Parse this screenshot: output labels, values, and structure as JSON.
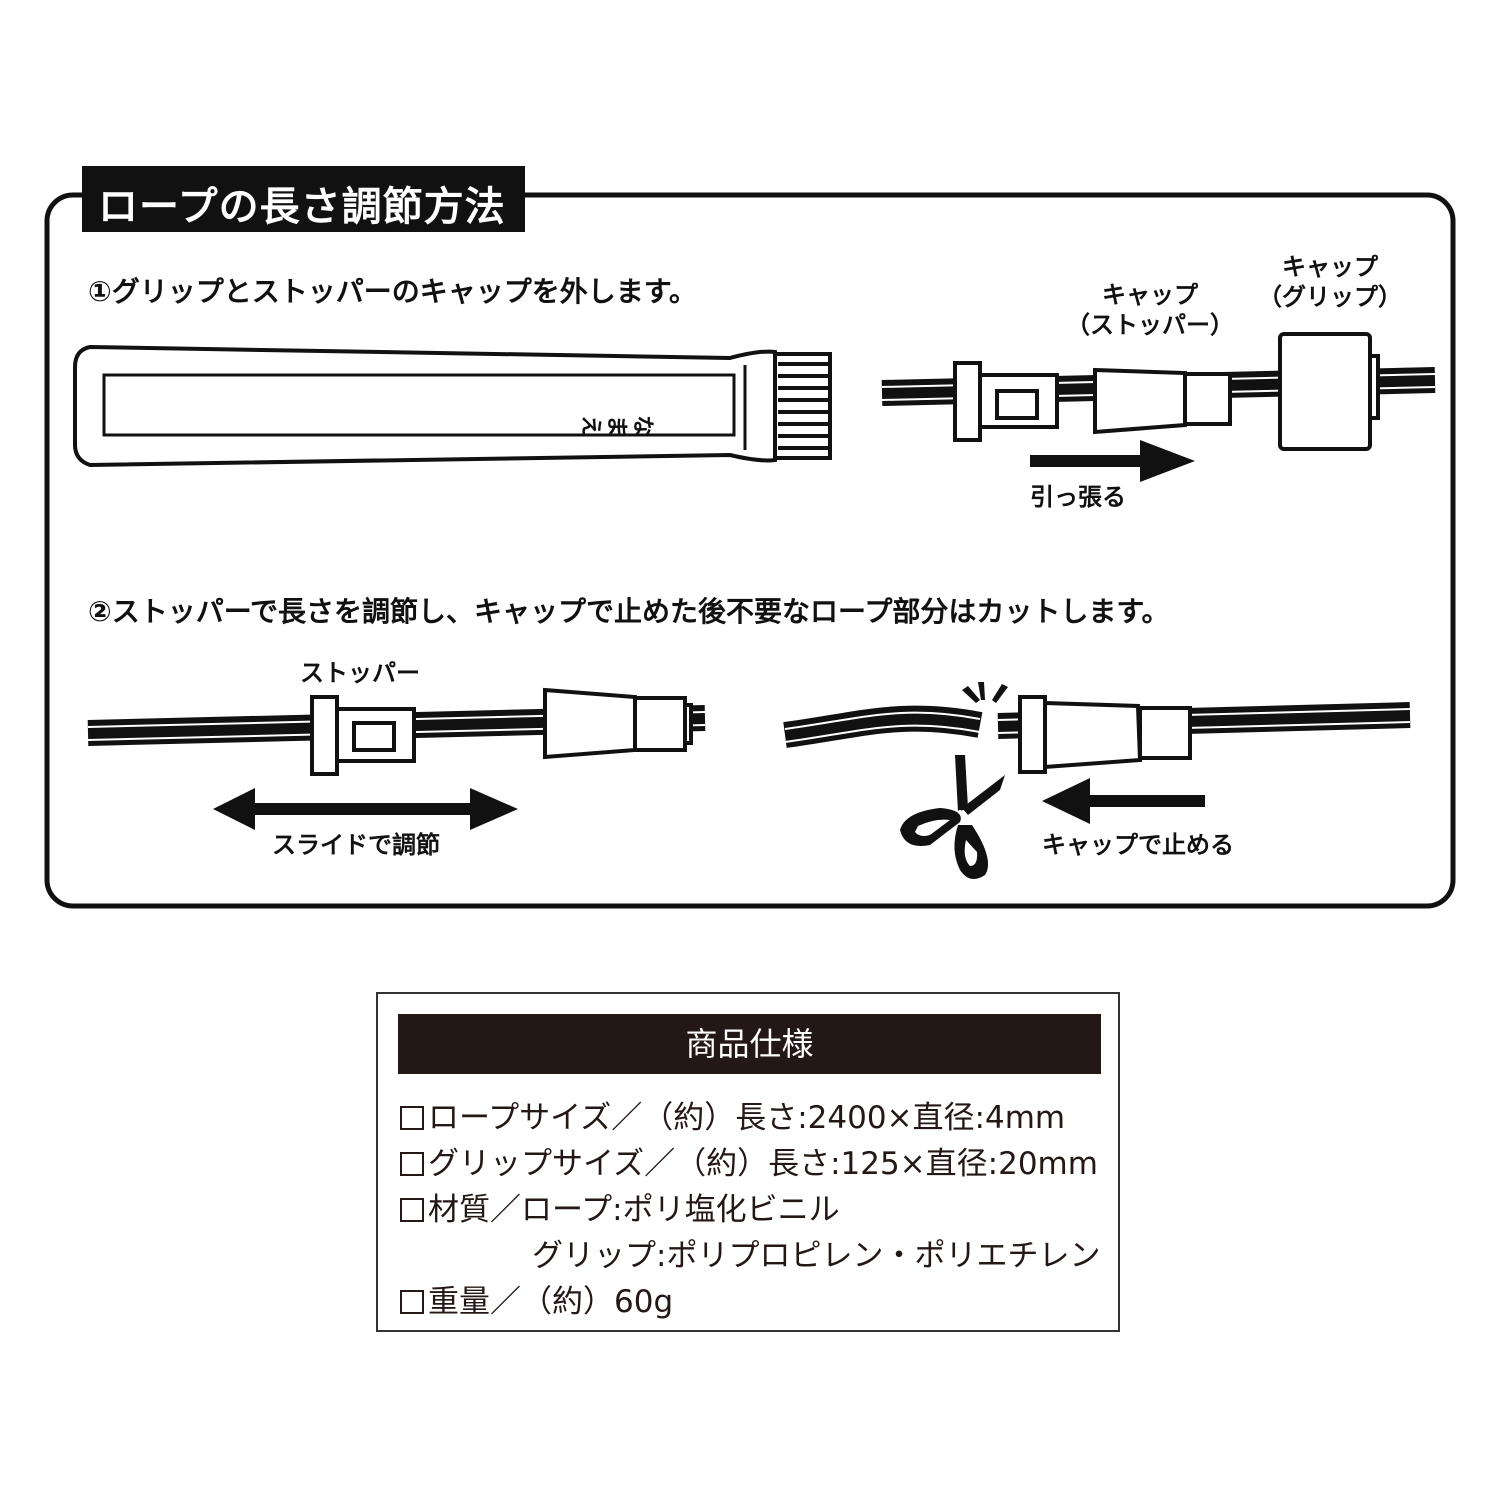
{
  "section_title": "ロープの長さ調節方法",
  "step1": {
    "text": "①グリップとストッパーのキャップを外します。",
    "grip_name_label": "なまえ",
    "cap_stopper_label": [
      "キャップ",
      "（ストッパー）"
    ],
    "cap_grip_label": [
      "キャップ",
      "（グリップ）"
    ],
    "pull_label": "引っ張る"
  },
  "step2": {
    "text": "②ストッパーで長さを調節し、キャップで止めた後不要なロープ部分はカットします。",
    "stopper_label": "ストッパー",
    "slide_label": "スライドで調節",
    "cap_stop_label": "キャップで止める"
  },
  "spec": {
    "title": "商品仕様",
    "lines": [
      "ロープサイズ／（約）長さ:2400×直径:4mm",
      "グリップサイズ／（約）長さ:125×直径:20mm",
      "材質／ロープ:ポリ塩化ビニル",
      "グリップ:ポリプロピレン・ポリエチレン",
      "重量／（約）60g"
    ]
  },
  "colors": {
    "ink": "#111111",
    "spec_header": "#231815"
  }
}
